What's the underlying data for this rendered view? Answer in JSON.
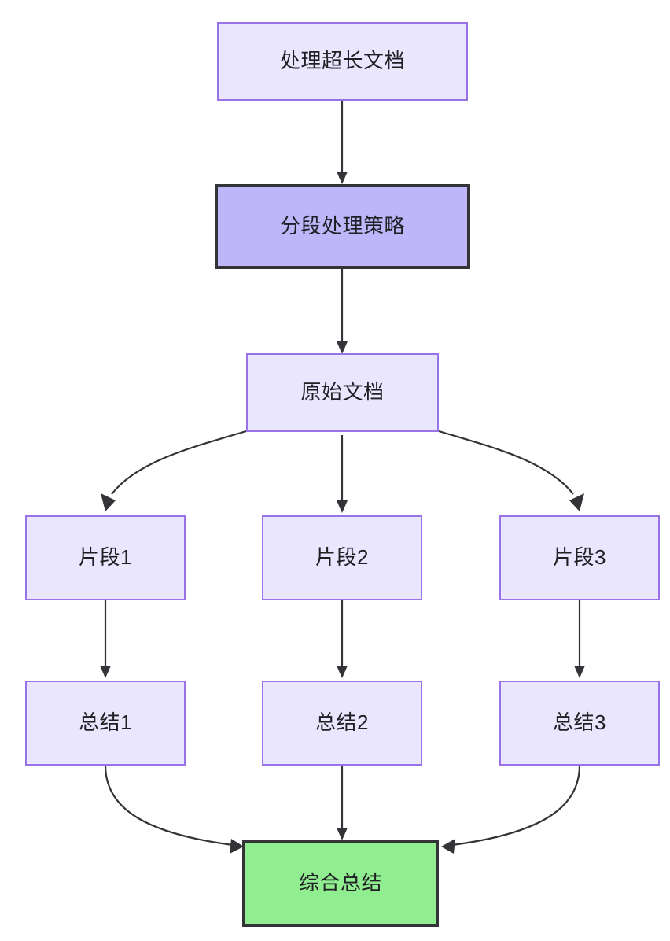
{
  "diagram": {
    "type": "flowchart",
    "direction": "top-to-bottom",
    "background": "#ffffff",
    "palette": {
      "lavender_fill": "#e9e6fd",
      "lavender_border": "#9a72e8",
      "periwinkle_fill": "#bdb7fa",
      "green_fill": "#90ee90",
      "dark_border": "#333338",
      "edge_stroke": "#333338",
      "text_color": "#1f1f24"
    },
    "nodes": [
      {
        "id": "n1",
        "label": "处理超长文档",
        "style": "lavender"
      },
      {
        "id": "n2",
        "label": "分段处理策略",
        "style": "periwinkle"
      },
      {
        "id": "n3",
        "label": "原始文档",
        "style": "lavender"
      },
      {
        "id": "n4",
        "label": "片段1",
        "style": "lavender"
      },
      {
        "id": "n5",
        "label": "片段2",
        "style": "lavender"
      },
      {
        "id": "n6",
        "label": "片段3",
        "style": "lavender"
      },
      {
        "id": "n7",
        "label": "总结1",
        "style": "lavender"
      },
      {
        "id": "n8",
        "label": "总结2",
        "style": "lavender"
      },
      {
        "id": "n9",
        "label": "总结3",
        "style": "lavender"
      },
      {
        "id": "n10",
        "label": "综合总结",
        "style": "green"
      }
    ],
    "edges": [
      {
        "from": "处理超长文档",
        "to": "分段处理策略",
        "shape": "straight",
        "label": ""
      },
      {
        "from": "分段处理策略",
        "to": "原始文档",
        "shape": "straight",
        "label": ""
      },
      {
        "from": "原始文档",
        "to": "片段1",
        "shape": "curve",
        "label": ""
      },
      {
        "from": "原始文档",
        "to": "片段2",
        "shape": "straight",
        "label": ""
      },
      {
        "from": "原始文档",
        "to": "片段3",
        "shape": "curve",
        "label": ""
      },
      {
        "from": "片段1",
        "to": "总结1",
        "shape": "straight",
        "label": ""
      },
      {
        "from": "片段2",
        "to": "总结2",
        "shape": "straight",
        "label": ""
      },
      {
        "from": "片段3",
        "to": "总结3",
        "shape": "straight",
        "label": ""
      },
      {
        "from": "总结1",
        "to": "综合总结",
        "shape": "curve",
        "label": ""
      },
      {
        "from": "总结2",
        "to": "综合总结",
        "shape": "straight",
        "label": ""
      },
      {
        "from": "总结3",
        "to": "综合总结",
        "shape": "curve",
        "label": ""
      }
    ]
  }
}
